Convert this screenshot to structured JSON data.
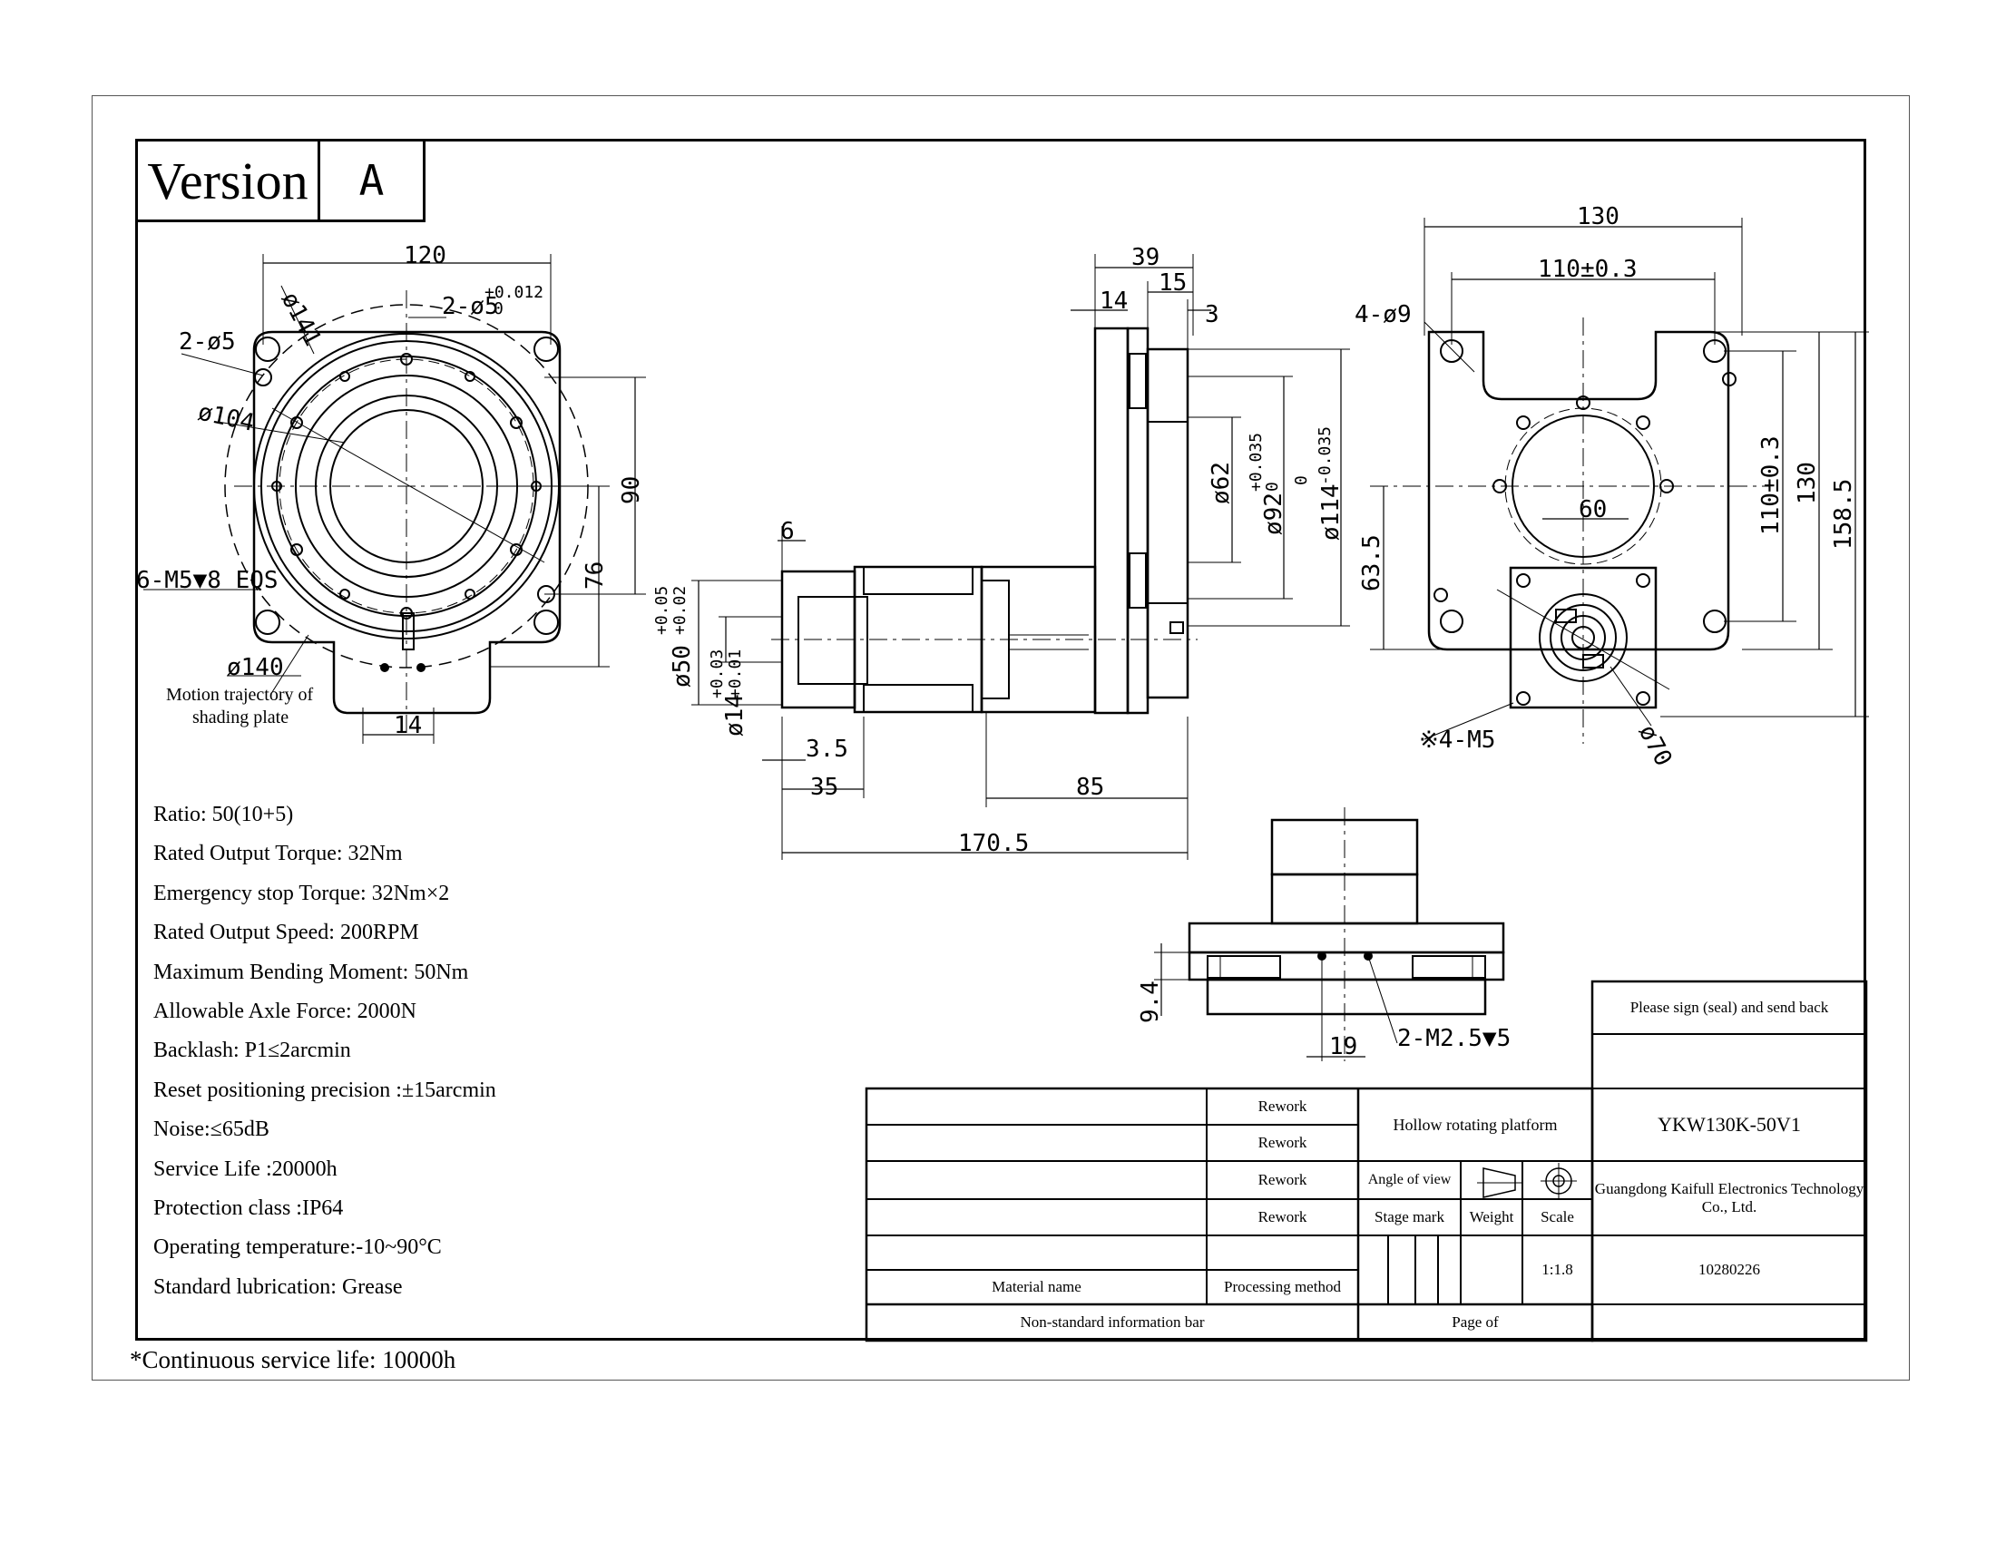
{
  "version": {
    "label": "Version",
    "value": "A"
  },
  "views": {
    "front": {
      "square": "120",
      "pcd_outer": "ø141",
      "pin_holes": "2-ø5",
      "pin_tol_upper": "+0.012",
      "pin_tol_lower": "0",
      "mount_holes": "2-ø5",
      "bore": "ø104",
      "height_90": "90",
      "height_76": "76",
      "thread_note": "6-M5▼8 EQS",
      "flange_dia": "ø140",
      "shading_note_1": "Motion trajectory of",
      "shading_note_2": "shading plate",
      "tab_width": "14"
    },
    "side": {
      "d39": "39",
      "d15": "15",
      "d14": "14",
      "d3": "3",
      "d6": "6",
      "shaft50": "ø50",
      "shaft50_up": "+0.05",
      "shaft50_lo": "+0.02",
      "shaft14": "ø14",
      "shaft14_up": "+0.03",
      "shaft14_lo": "+0.01",
      "d62": "ø62",
      "d92": "ø92",
      "d92_up": "+0.035",
      "d92_lo": "0",
      "d114": "ø114",
      "d114_up": "0",
      "d114_lo": "-0.035",
      "d3_5": "3.5",
      "d35": "35",
      "d85": "85",
      "d170_5": "170.5"
    },
    "rear": {
      "square": "130",
      "hole_pitch": "110±0.3",
      "holes": "4-ø9",
      "motor_square": "60",
      "d63_5": "63.5",
      "v110": "110±0.3",
      "v130": "130",
      "v158_5": "158.5",
      "m5": "※4-M5",
      "d70": "ø70"
    },
    "bottom": {
      "d9_4": "9.4",
      "d19": "19",
      "thread": "2-M2.5▼5"
    }
  },
  "specs": [
    "Ratio: 50(10+5)",
    "Rated Output Torque: 32Nm",
    "Emergency stop Torque: 32Nm×2",
    "Rated Output Speed: 200RPM",
    "Maximum Bending Moment: 50Nm",
    "Allowable Axle Force: 2000N",
    "Backlash: P1≤2arcmin",
    "Reset positioning precision :±15arcmin",
    "Noise:≤65dB",
    "Service Life :20000h",
    "Protection class :IP64",
    "Operating temperature:-10~90°C",
    "Standard lubrication: Grease"
  ],
  "footnote": "*Continuous service life: 10000h",
  "title_block": {
    "sign_note": "Please sign (seal) and send back",
    "rework": [
      "Rework",
      "Rework",
      "Rework",
      "Rework"
    ],
    "product_name": "Hollow rotating platform",
    "model": "YKW130K-50V1",
    "angle_of_view": "Angle of view",
    "company": "Guangdong Kaifull Electronics Technology Co., Ltd.",
    "stage_mark": "Stage mark",
    "weight": "Weight",
    "scale": "Scale",
    "scale_value": "1:1.8",
    "drawing_no": "10280226",
    "material_name": "Material name",
    "processing_method": "Processing method",
    "non_standard": "Non-standard information bar",
    "page_of": "Page of"
  }
}
